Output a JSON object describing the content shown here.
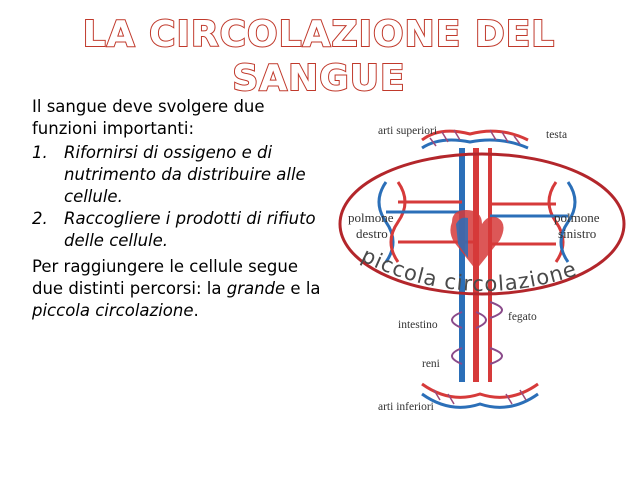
{
  "title": {
    "line1": "LA CIRCOLAZIONE DEL",
    "line2": "SANGUE"
  },
  "body": {
    "intro": "Il sangue deve svolgere due funzioni importanti:",
    "items": [
      {
        "num": "1.",
        "text": "Rifornirsi di ossigeno e di nutrimento da distribuire alle cellule."
      },
      {
        "num": "2.",
        "text": "Raccogliere i prodotti di rifiuto delle cellule."
      }
    ],
    "outro_prefix": "Per raggiungere le cellule segue due distinti percorsi: la ",
    "outro_grande": "grande",
    "outro_middle": " e la ",
    "outro_piccola": "piccola circolazione",
    "outro_end": "."
  },
  "diagram": {
    "labels": {
      "arti_superiori": "arti superiori",
      "testa": "testa",
      "polmone_destro_1": "polmone",
      "polmone_destro_2": "destro",
      "polmone_sinistro_1": "polmone",
      "polmone_sinistro_2": "sinistro",
      "intestino": "intestino",
      "fegato": "fegato",
      "reni": "reni",
      "arti_inferiori": "arti inferiori",
      "piccola_circolazione": "piccola circolazione"
    },
    "colors": {
      "artery": "#d63a3a",
      "vein": "#2b6fb8",
      "ring": "#b3262b",
      "title_stroke": "#c0392b"
    }
  }
}
